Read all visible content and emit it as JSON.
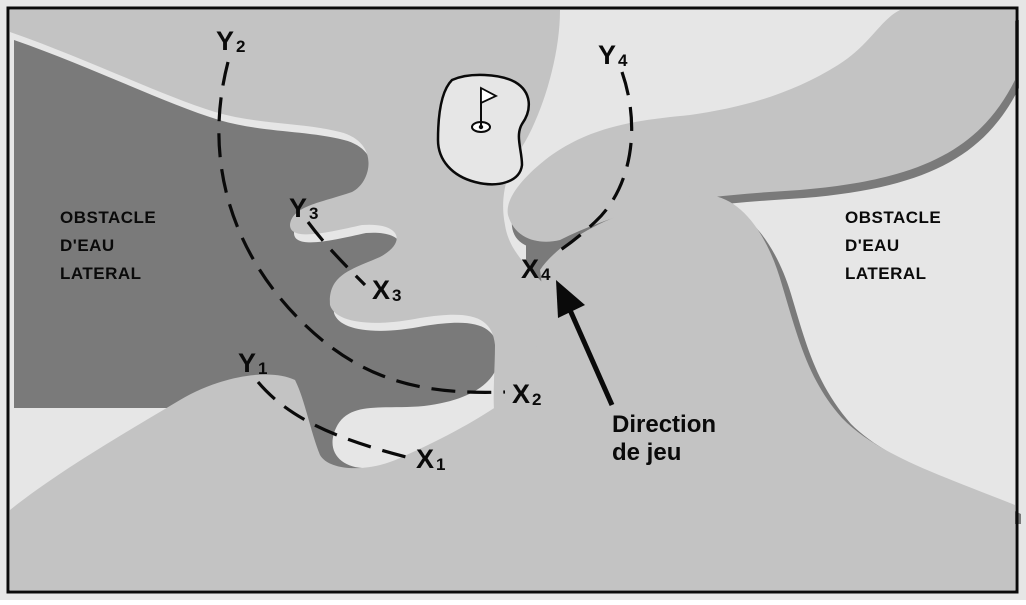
{
  "colors": {
    "water": "#e6e6e6",
    "land": "#c3c3c3",
    "bank": "#7a7a7a",
    "ink": "#0a0a0a"
  },
  "hazards": {
    "left": [
      "OBSTACLE",
      "D'EAU",
      "LATERAL"
    ],
    "right": [
      "OBSTACLE",
      "D'EAU",
      "LATERAL"
    ]
  },
  "points": [
    {
      "letter": "Y",
      "sub": "2"
    },
    {
      "letter": "Y",
      "sub": "4"
    },
    {
      "letter": "Y",
      "sub": "3"
    },
    {
      "letter": "X",
      "sub": "3"
    },
    {
      "letter": "X",
      "sub": "4"
    },
    {
      "letter": "Y",
      "sub": "1"
    },
    {
      "letter": "X",
      "sub": "2"
    },
    {
      "letter": "X",
      "sub": "1"
    }
  ],
  "direction": [
    "Direction",
    "de jeu"
  ],
  "icons": [
    "flag-icon",
    "arrow-icon"
  ]
}
